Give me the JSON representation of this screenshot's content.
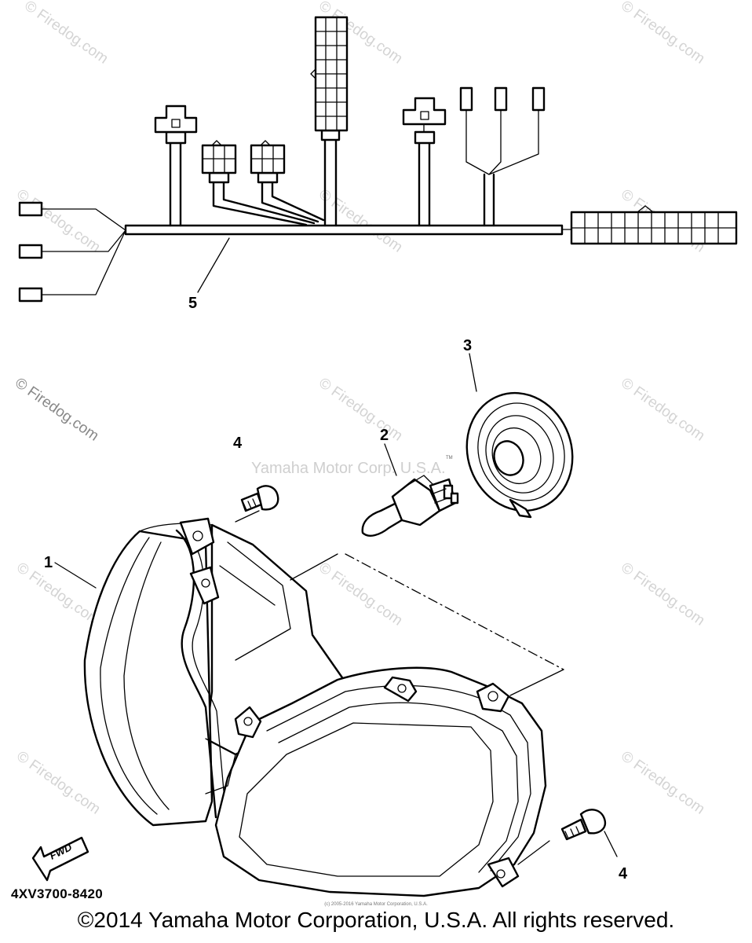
{
  "callouts": {
    "one": "1",
    "two": "2",
    "three": "3",
    "four_top": "4",
    "four_bottom": "4",
    "five": "5"
  },
  "watermarks": {
    "firedog": "© Firedog.com",
    "yamaha": "Yamaha Motor Corp. U.S.A.",
    "tm": "TM"
  },
  "fwd_arrow_label": "FWD",
  "part_code": "4XV3700-8420",
  "fine_print": "(c) 2005-2016 Yamaha Motor Corporation, U.S.A.",
  "copyright": "©2014 Yamaha Motor Corporation, U.S.A. All rights reserved."
}
